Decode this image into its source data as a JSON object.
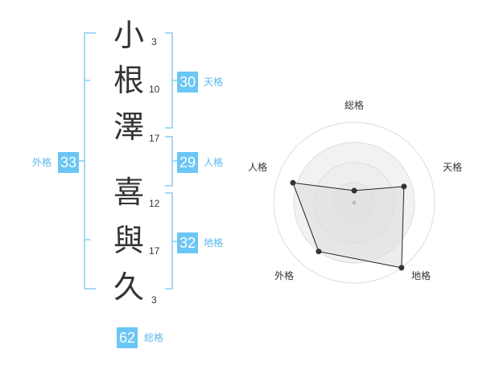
{
  "name": {
    "characters": [
      {
        "char": "小",
        "strokes": "3"
      },
      {
        "char": "根",
        "strokes": "10"
      },
      {
        "char": "澤",
        "strokes": "17"
      },
      {
        "char": "喜",
        "strokes": "12"
      },
      {
        "char": "與",
        "strokes": "17"
      },
      {
        "char": "久",
        "strokes": "3"
      }
    ]
  },
  "fortunes": {
    "tenkaku": {
      "label": "天格",
      "value": "30"
    },
    "jinkaku": {
      "label": "人格",
      "value": "29"
    },
    "chikaku": {
      "label": "地格",
      "value": "32"
    },
    "gaikaku": {
      "label": "外格",
      "value": "33"
    },
    "soukaku": {
      "label": "総格",
      "value": "62"
    }
  },
  "colors": {
    "accent": "#6cc6f5",
    "bracket": "#88ccf2",
    "text": "#333333",
    "radar_fill": "#eeeeee",
    "radar_grid": "#dddddd"
  },
  "chart_data": {
    "type": "radar",
    "axes": [
      "総格",
      "天格",
      "地格",
      "外格",
      "人格"
    ],
    "values": [
      0.15,
      0.65,
      1.0,
      0.75,
      0.8
    ],
    "range": [
      0,
      1
    ],
    "rings": 4,
    "grid": true
  }
}
